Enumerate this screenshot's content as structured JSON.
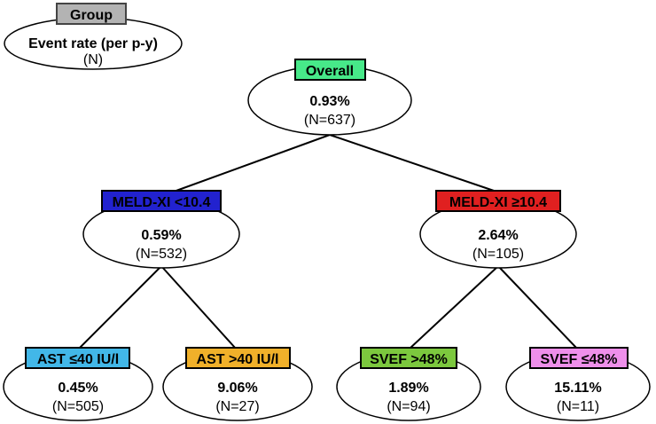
{
  "diagram": {
    "legend": {
      "group_label": "Group",
      "rate_label": "Event rate (per p-y)",
      "n_label": "(N)",
      "box_color": "#b3b3b3"
    },
    "nodes": {
      "overall": {
        "label": "Overall",
        "rate": "0.93%",
        "n": "(N=637)",
        "color": "#47e989",
        "text_color": "#000000"
      },
      "meld_lt": {
        "label": "MELD-XI <10.4",
        "rate": "0.59%",
        "n": "(N=532)",
        "color": "#2222cf",
        "text_color": "#ffffff"
      },
      "meld_ge": {
        "label": "MELD-XI ≥10.4",
        "rate": "2.64%",
        "n": "(N=105)",
        "color": "#e02020",
        "text_color": "#ffffff"
      },
      "ast_le": {
        "label": "AST ≤40 IU/l",
        "rate": "0.45%",
        "n": "(N=505)",
        "color": "#42b7e8",
        "text_color": "#000000"
      },
      "ast_gt": {
        "label": "AST >40 IU/l",
        "rate": "9.06%",
        "n": "(N=27)",
        "color": "#f0b02a",
        "text_color": "#000000"
      },
      "svef_gt": {
        "label": "SVEF >48%",
        "rate": "1.89%",
        "n": "(N=94)",
        "color": "#7cc83e",
        "text_color": "#000000"
      },
      "svef_le": {
        "label": "SVEF ≤48%",
        "rate": "15.11%",
        "n": "(N=11)",
        "color": "#ee8fea",
        "text_color": "#000000"
      }
    }
  }
}
